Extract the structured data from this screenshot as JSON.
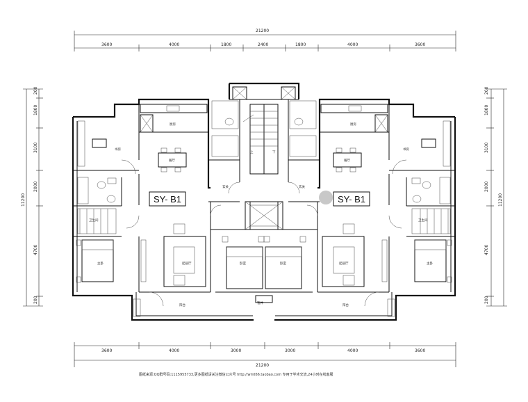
{
  "dimensions": {
    "top_total": "21200",
    "top_segments": [
      "3600",
      "4000",
      "1800",
      "2400",
      "1800",
      "4000",
      "3600"
    ],
    "bottom_total": "21200",
    "bottom_segments": [
      "3600",
      "4000",
      "3000",
      "3000",
      "4000",
      "3600"
    ],
    "left_total": "11200",
    "left_segments": [
      "200",
      "1800",
      "3100",
      "2000",
      "4700",
      "200"
    ],
    "right_total": "11200",
    "right_segments": [
      "200",
      "1800",
      "3100",
      "2000",
      "4700",
      "200"
    ]
  },
  "unit_tags": {
    "left": "SY- B1",
    "right": "SY- B1"
  },
  "rooms": {
    "kitchen": "厨房",
    "dining": "餐厅",
    "study": "书房",
    "living": "起居厅",
    "master_bed": "主卧",
    "bedroom": "卧室",
    "balcony": "阳台",
    "bath": "卫生间",
    "entry": "玄关",
    "stair_up": "上",
    "stair_down": "下",
    "shaft": "管井"
  },
  "footer_note": "图纸来源:QQ群号码:1115955733,更多图纸请关注微信公众号 http://wmt66.taobao.com 专用于学术交流,24小时在线客服"
}
